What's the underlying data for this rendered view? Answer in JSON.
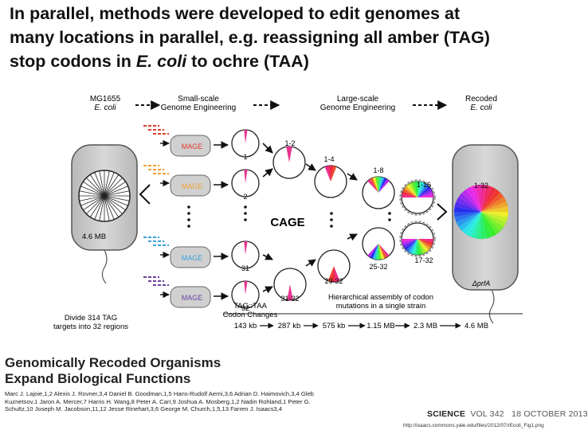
{
  "slide": {
    "title_line1": "In parallel, methods were developed to edit genomes at",
    "title_line2": "many locations in parallel, e.g. reassigning all amber (TAG)",
    "title_line3_prefix": "stop codons in ",
    "title_line3_italic": "E. coli",
    "title_line3_suffix": " to ochre (TAA)"
  },
  "figure": {
    "mg1655": "MG1655",
    "ecoli": "E. coli",
    "small_scale_1": "Small-scale",
    "small_scale_2": "Genome Engineering",
    "large_scale_1": "Large-scale",
    "large_scale_2": "Genome Engineering",
    "recoded": "Recoded",
    "mage_labels": [
      "MAGE",
      "MAGE",
      "MAGE",
      "MAGE"
    ],
    "genome_size": "4.6 MB",
    "pie_numbers": [
      "1",
      "2",
      "31",
      "32"
    ],
    "stage1_labels": [
      "1-2",
      "29-32",
      "31-32"
    ],
    "stage2_labels": [
      "1-4",
      "25-32"
    ],
    "stage3_labels": [
      "1-8"
    ],
    "stage4_labels": [
      "1-16",
      "17-32"
    ],
    "final_label": "1-32",
    "cage": "CAGE",
    "delta_prfa": "ΔprfA",
    "hierarchical_1": "Hierarchical assembly of codon",
    "hierarchical_2": "mutations in a single strain",
    "divide_1": "Divide 314 TAG",
    "divide_2": "targets into 32 regions",
    "tag_taa_1": "TAG::TAA",
    "tag_taa_2": "Codon Changes",
    "scale": [
      "143 kb",
      "287 kb",
      "575 kb",
      "1.15 MB",
      "2.3 MB",
      "4.6 MB"
    ]
  },
  "paper": {
    "title1": "Genomically Recoded Organisms",
    "title2": "Expand Biological Functions",
    "authors": "Marc J. Lajoie,1,2 Alexis J. Rovner,3,4 Daniel B. Goodman,1,5 Hans-Rudolf Aerni,3,6 Adrian D. Haimovich,3,4 Gleb Kuznetsov,1 Jaron A. Mercer,7 Harris H. Wang,8 Peter A. Carr,9 Joshua A. Mosberg,1,2 Nadin Rohland,1 Peter G. Schultz,10 Joseph M. Jacobson,11,12 Jesse Rinehart,3,6 George M. Church,1,5,13 Farren J. Isaacs3,4",
    "journal": "SCIENCE",
    "volume": "VOL 342",
    "date": "18 OCTOBER 2013",
    "url": "http://isaacs.commons.yale.edu/files/2012/07/rEcoli_Fig1.png"
  },
  "colors": {
    "pink": "#e8358f",
    "red": "#e03a2e",
    "orange": "#f0a030",
    "blue": "#3aa0d8",
    "purple": "#6a3fa0",
    "cell_gray": "#c9c9c9"
  }
}
